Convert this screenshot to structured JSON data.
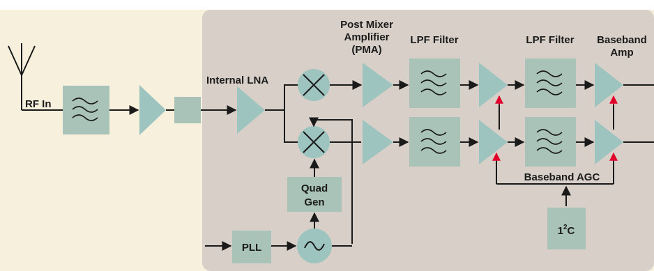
{
  "colors": {
    "left_panel": "#f6f0dc",
    "right_panel": "#d8d0c8",
    "block_fill": "#a9c3b8",
    "amp_fill": "#9ec4bf",
    "agc_arrow": "#e0002a",
    "line": "#1a1a1a"
  },
  "labels": {
    "rf_in": "RF In",
    "internal_lna": "Internal LNA",
    "pma_line1": "Post Mixer",
    "pma_line2": "Amplifier",
    "pma_line3": "(PMA)",
    "lpf1": "LPF Filter",
    "lpf2": "LPF Filter",
    "baseband_amp_line1": "Baseband",
    "baseband_amp_line2": "Amp",
    "quad_gen_line1": "Quad",
    "quad_gen_line2": "Gen",
    "pll": "PLL",
    "baseband_agc": "Baseband AGC",
    "i2c_base": "1",
    "i2c_sup": "2",
    "i2c_tail": "C"
  },
  "icons": [
    "antenna-icon",
    "filter-wave-icon",
    "mixer-x-icon",
    "oscillator-sine-icon",
    "amplifier-triangle-icon"
  ]
}
